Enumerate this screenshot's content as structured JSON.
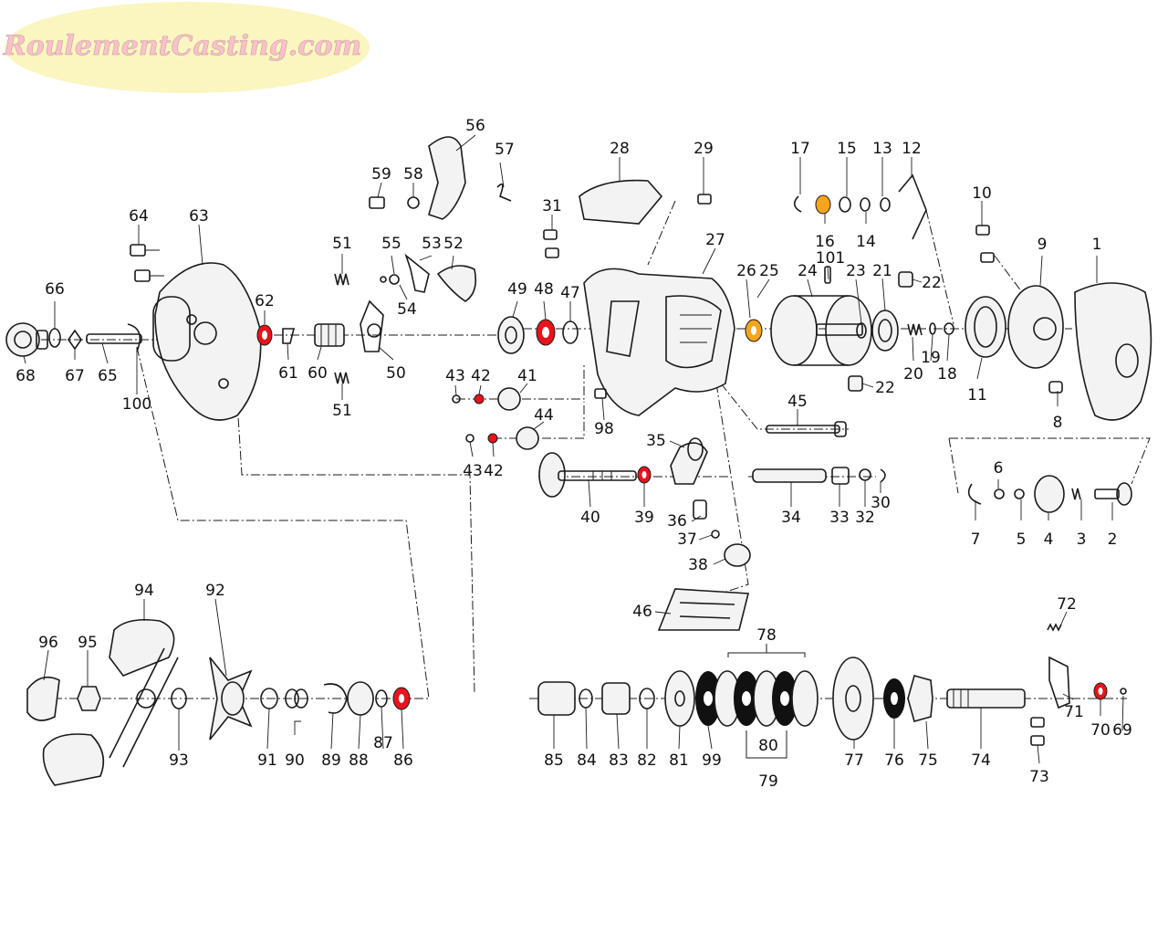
{
  "logo": {
    "text": "RoulementCasting.com",
    "fill": "#f7c7cc",
    "badge": "#fbf5c0"
  },
  "colors": {
    "bearing_red": "#e8141a",
    "bearing_orange": "#f4a51c",
    "seal_black": "#111111",
    "line": "#1a1a1a"
  },
  "labels": [
    "1",
    "2",
    "3",
    "4",
    "5",
    "6",
    "7",
    "8",
    "9",
    "10",
    "11",
    "12",
    "13",
    "14",
    "15",
    "16",
    "17",
    "18",
    "19",
    "20",
    "21",
    "22",
    "22",
    "23",
    "24",
    "25",
    "26",
    "27",
    "28",
    "29",
    "30",
    "31",
    "32",
    "33",
    "34",
    "35",
    "36",
    "37",
    "38",
    "39",
    "40",
    "41",
    "42",
    "42",
    "43",
    "43",
    "44",
    "45",
    "46",
    "47",
    "48",
    "49",
    "50",
    "51",
    "51",
    "52",
    "53",
    "54",
    "55",
    "56",
    "57",
    "58",
    "59",
    "60",
    "61",
    "62",
    "63",
    "64",
    "65",
    "66",
    "67",
    "68",
    "69",
    "70",
    "71",
    "72",
    "73",
    "74",
    "75",
    "76",
    "77",
    "78",
    "79",
    "80",
    "81",
    "82",
    "83",
    "84",
    "85",
    "86",
    "87",
    "88",
    "89",
    "90",
    "91",
    "92",
    "93",
    "94",
    "95",
    "96",
    "98",
    "99",
    "100",
    "101"
  ]
}
